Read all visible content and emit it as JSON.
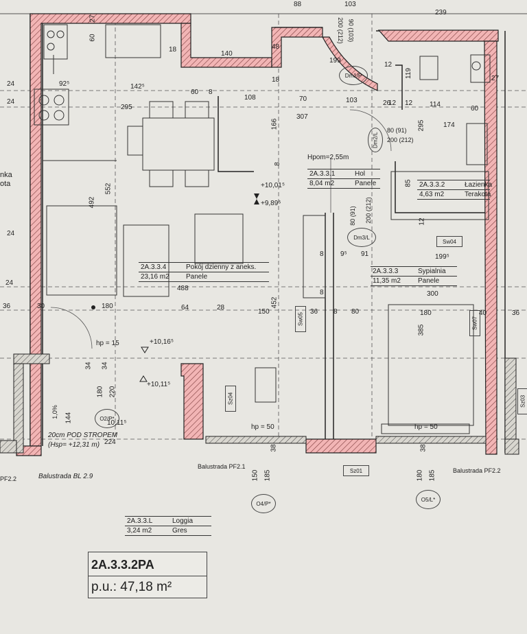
{
  "apartment": {
    "code": "2A.3.3.2PA",
    "area_label": "p.u.:",
    "area_value": "47,18 m²"
  },
  "rooms": [
    {
      "code": "2A.3.3.1",
      "name": "Hol",
      "area": "8,04 m2",
      "finish": "Panele"
    },
    {
      "code": "2A.3.3.2",
      "name": "Łazienka",
      "area": "4,63 m2",
      "finish": "Terakota"
    },
    {
      "code": "2A.3.3.3",
      "name": "Sypialnia",
      "area": "11,35 m2",
      "finish": "Panele"
    },
    {
      "code": "2A.3.3.4",
      "name": "Pokój dzienny z aneks.",
      "area": "23,16 m2",
      "finish": "Panele"
    },
    {
      "code": "2A.3.3.L",
      "name": "Loggia",
      "area": "3,24 m2",
      "finish": "Gres"
    }
  ],
  "left_room_partial": {
    "line1": "nka",
    "line2": "ota"
  },
  "height_note": "Hpom=2,55m",
  "ceiling_note": {
    "line1": "20cm POD STROPEM",
    "line2": "(Hsp= +12,31 m)"
  },
  "elevations": [
    "+10,01⁵",
    "+9,89⁵",
    "+10,16⁵",
    "+10,11⁵",
    "10,11⁵"
  ],
  "tags": {
    "dm1": "Dm1/P",
    "dm2": "Dm2/L",
    "dm3": "Dm3/L",
    "sw04": "Sw04",
    "sw05": "Sw05",
    "sw07": "Sw07",
    "sz04": "Sz04",
    "sz01": "Sz01",
    "sz03": "Sz03",
    "o2": "O2/P*",
    "o4": "O4/P*",
    "o5": "O5/L*"
  },
  "hp_labels": [
    "hp = 15",
    "hp = 50",
    "hp = 50"
  ],
  "railings": [
    "Balustrada BL 2.9",
    "Balustrada PF2.1",
    "Balustrada PF2.2",
    "PF2.2"
  ],
  "slope": "1,0%",
  "dims": {
    "top": [
      "88",
      "103",
      "239",
      "140",
      "18",
      "48",
      "199",
      "12",
      "12",
      "119",
      "27",
      "60",
      "27"
    ],
    "row2": [
      "24",
      "92⁵",
      "142⁵",
      "60",
      "8",
      "108",
      "18",
      "70",
      "103",
      "26",
      "12",
      "114",
      "60"
    ],
    "row3": [
      "24",
      "295",
      "307",
      "295",
      "174",
      "166"
    ],
    "door_dims": [
      "200 (212)",
      "90 (103)",
      "80 (91)",
      "200 (212)",
      "80 (91)",
      "200 (212)"
    ],
    "bath": [
      "85",
      "12",
      "8"
    ],
    "mid": [
      "552",
      "492",
      "24",
      "8",
      "8",
      "9⁵",
      "91",
      "199⁵",
      "300",
      "488",
      "24",
      "36",
      "30",
      "180",
      "64",
      "28",
      "150",
      "452",
      "36",
      "8",
      "80",
      "180",
      "385",
      "40",
      "36"
    ],
    "lower": [
      "34",
      "34",
      "180",
      "220",
      "144",
      "224",
      "38",
      "38",
      "150",
      "185",
      "180",
      "185"
    ]
  }
}
